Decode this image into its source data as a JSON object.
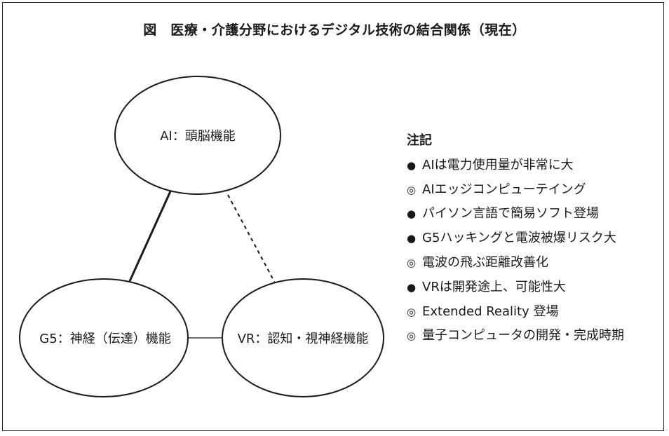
{
  "title": "図　医療・介護分野におけるデジタル技術の結合関係（現在）",
  "nodes": {
    "ai": "AI：頭脳機能",
    "g5": "G5：神経（伝達）機能",
    "vr": "VR：認知・視神経機能"
  },
  "notes": {
    "heading": "注記",
    "items": [
      {
        "marker": "●",
        "text": "AIは電力使用量が非常に大"
      },
      {
        "marker": "◎",
        "text": "AIエッジコンピューテイング"
      },
      {
        "marker": "●",
        "text": "パイソン言語で簡易ソフト登場"
      },
      {
        "marker": "●",
        "text": "G5ハッキングと電波被爆リスク大"
      },
      {
        "marker": "◎",
        "text": "電波の飛ぶ距離改善化"
      },
      {
        "marker": "●",
        "text": "VRは開発途上、可能性大"
      },
      {
        "marker": "◎",
        "text": "Extended Reality 登場"
      },
      {
        "marker": "◎",
        "text": "量子コンピュータの開発・完成時期"
      }
    ]
  }
}
